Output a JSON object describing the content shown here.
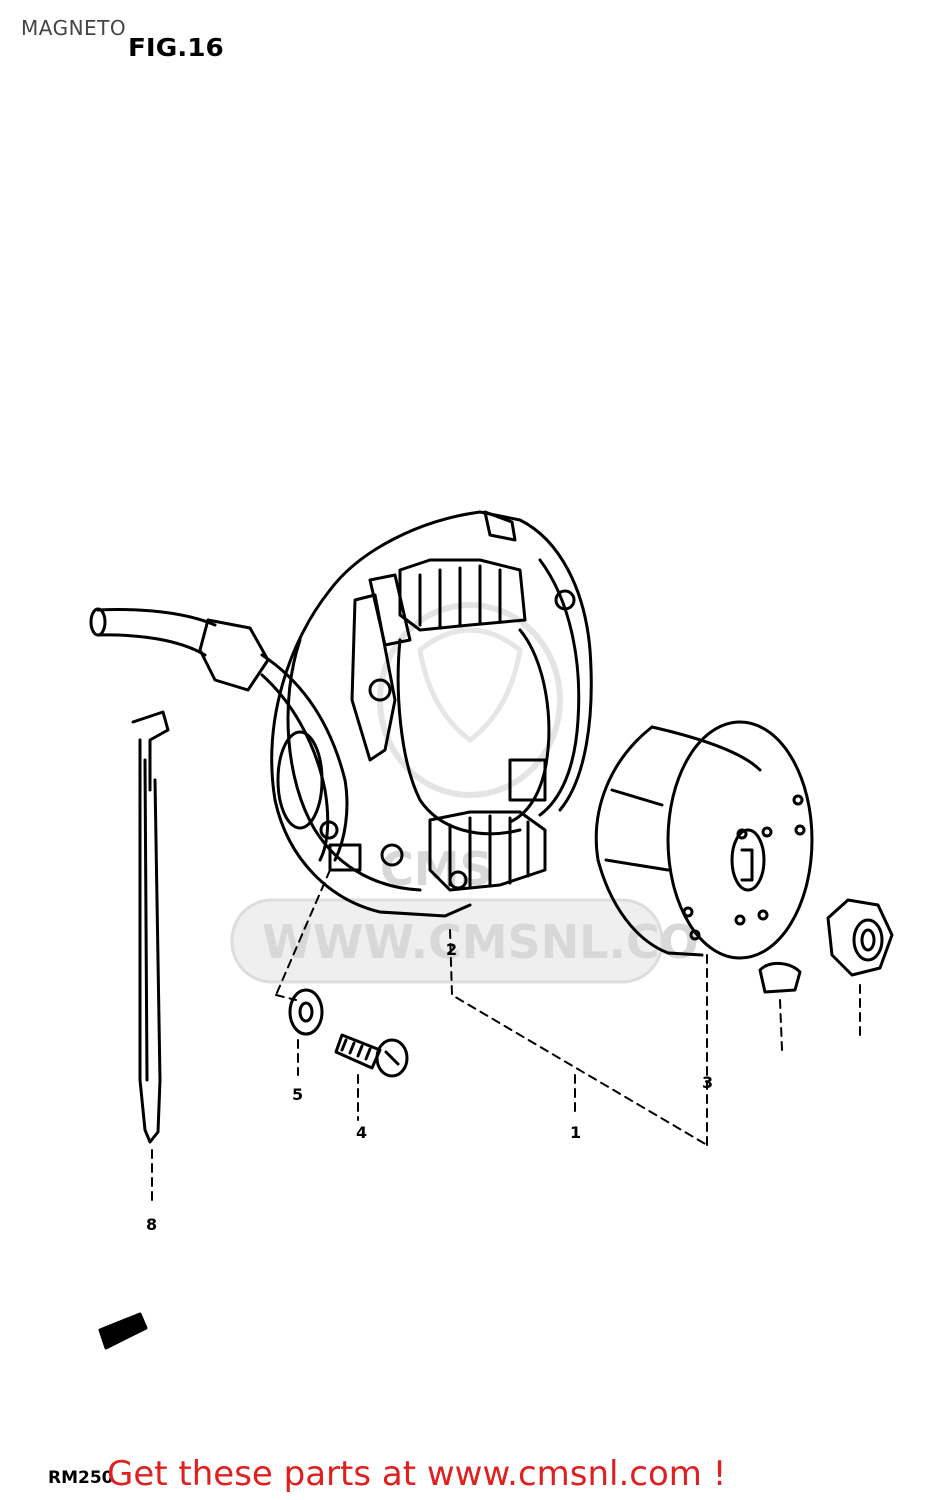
{
  "page": {
    "title": "MAGNETO",
    "figure": "FIG.16",
    "model_code": "RM250",
    "promo": "Get these parts at www.cmsnl.com !"
  },
  "watermark": {
    "brand": "CMS",
    "url": "WWW.CMSNL.CO"
  },
  "parts": [
    {
      "ref": "1"
    },
    {
      "ref": "2"
    },
    {
      "ref": "3"
    },
    {
      "ref": "4"
    },
    {
      "ref": "5"
    },
    {
      "ref": "8"
    }
  ],
  "colors": {
    "promo": "#e02020",
    "line": "#000000",
    "watermark": "#d8d8d8"
  }
}
